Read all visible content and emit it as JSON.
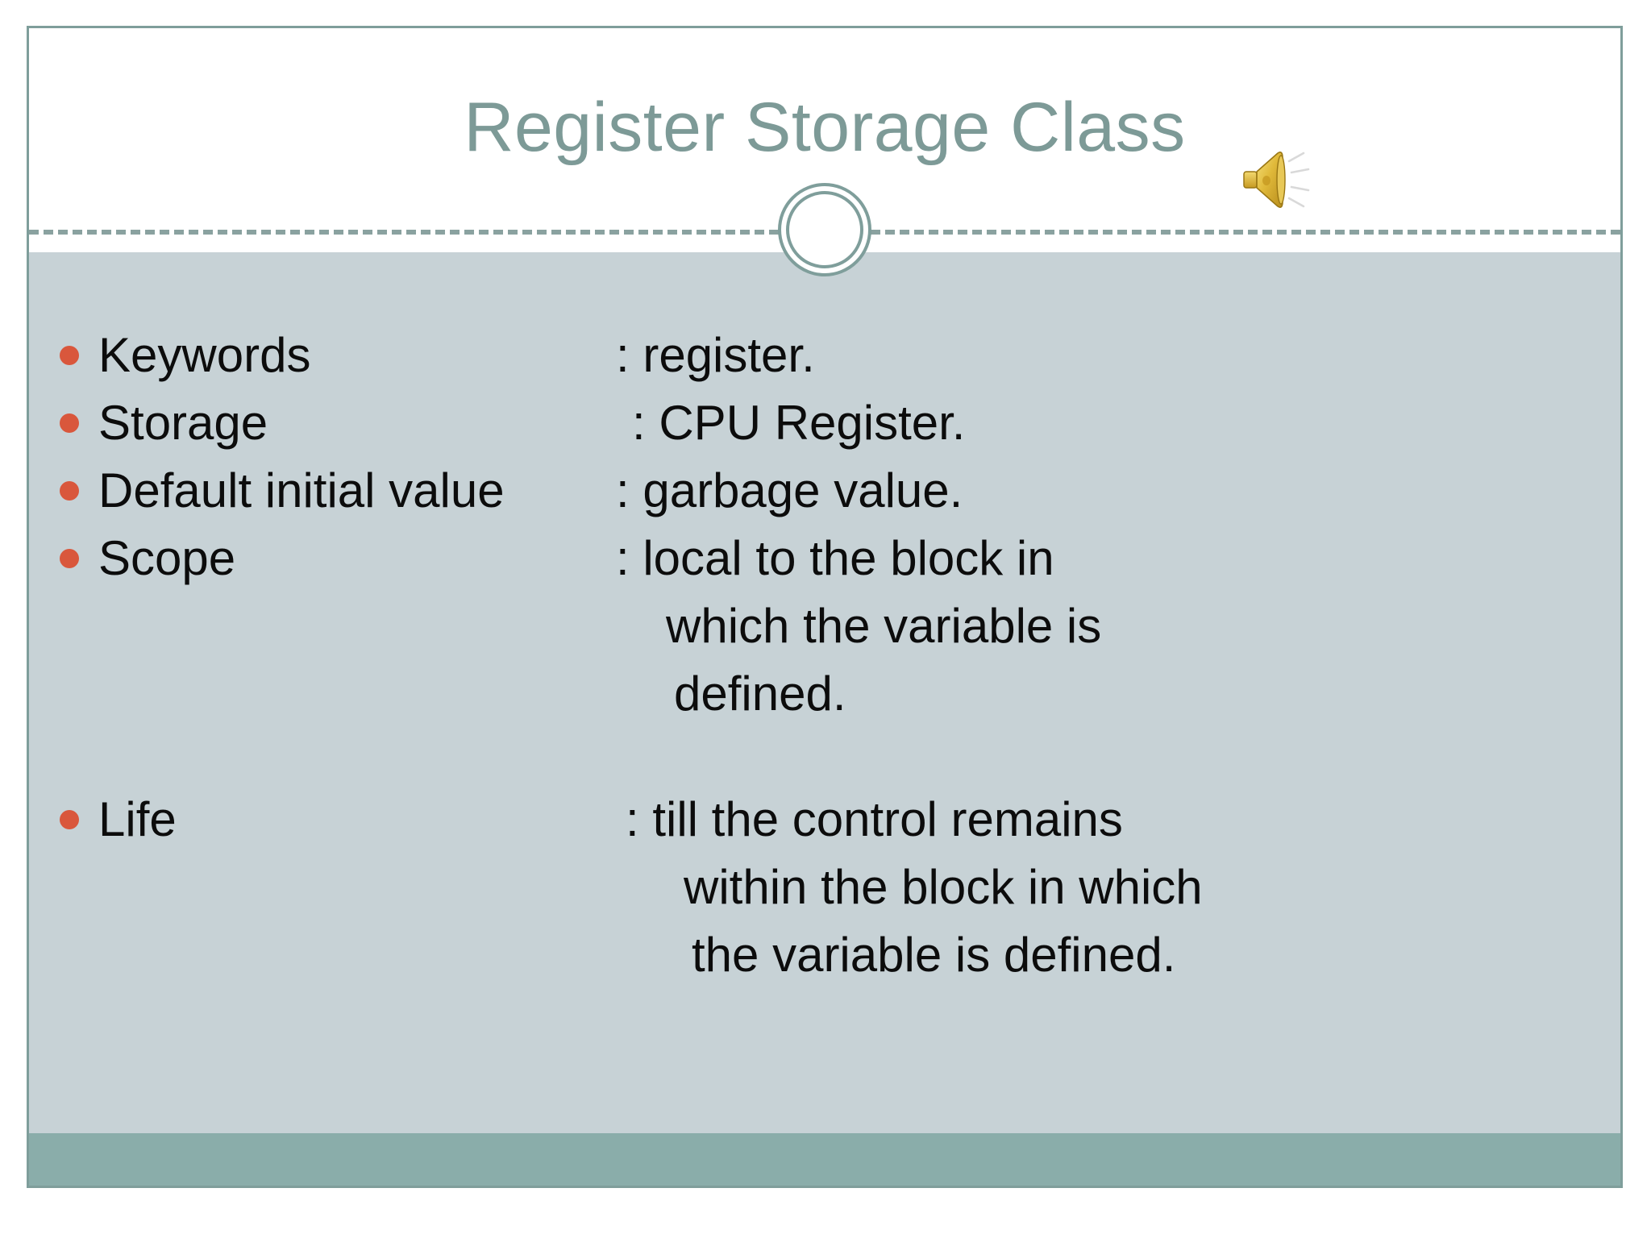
{
  "slide": {
    "title": "Register Storage Class",
    "title_color": "#7d9a97",
    "body_bg": "#c7d2d6",
    "footer_color": "#8aadaa",
    "bullet_color": "#d9573c",
    "border_color": "#7f9e9b",
    "audio_icon": "speaker-icon"
  },
  "content": {
    "rows": [
      {
        "label": "Keywords",
        "value": ": register.",
        "value_indent": 728
      },
      {
        "label": "Storage",
        "value": ": CPU Register.",
        "value_indent": 748
      },
      {
        "label": "Default initial value",
        "value": ": garbage value.",
        "value_indent": 728
      },
      {
        "label": "Scope",
        "value": ": local to the block in",
        "value_indent": 728
      }
    ],
    "scope_continuation": [
      {
        "text": "which the variable is",
        "indent": 790
      },
      {
        "text": "defined.",
        "indent": 800
      }
    ],
    "life_row": {
      "label": "Life",
      "value": ": till the control remains",
      "value_indent": 740
    },
    "life_continuation": [
      {
        "text": "within the block in which",
        "indent": 810
      },
      {
        "text": "the variable is defined.",
        "indent": 820
      }
    ]
  }
}
